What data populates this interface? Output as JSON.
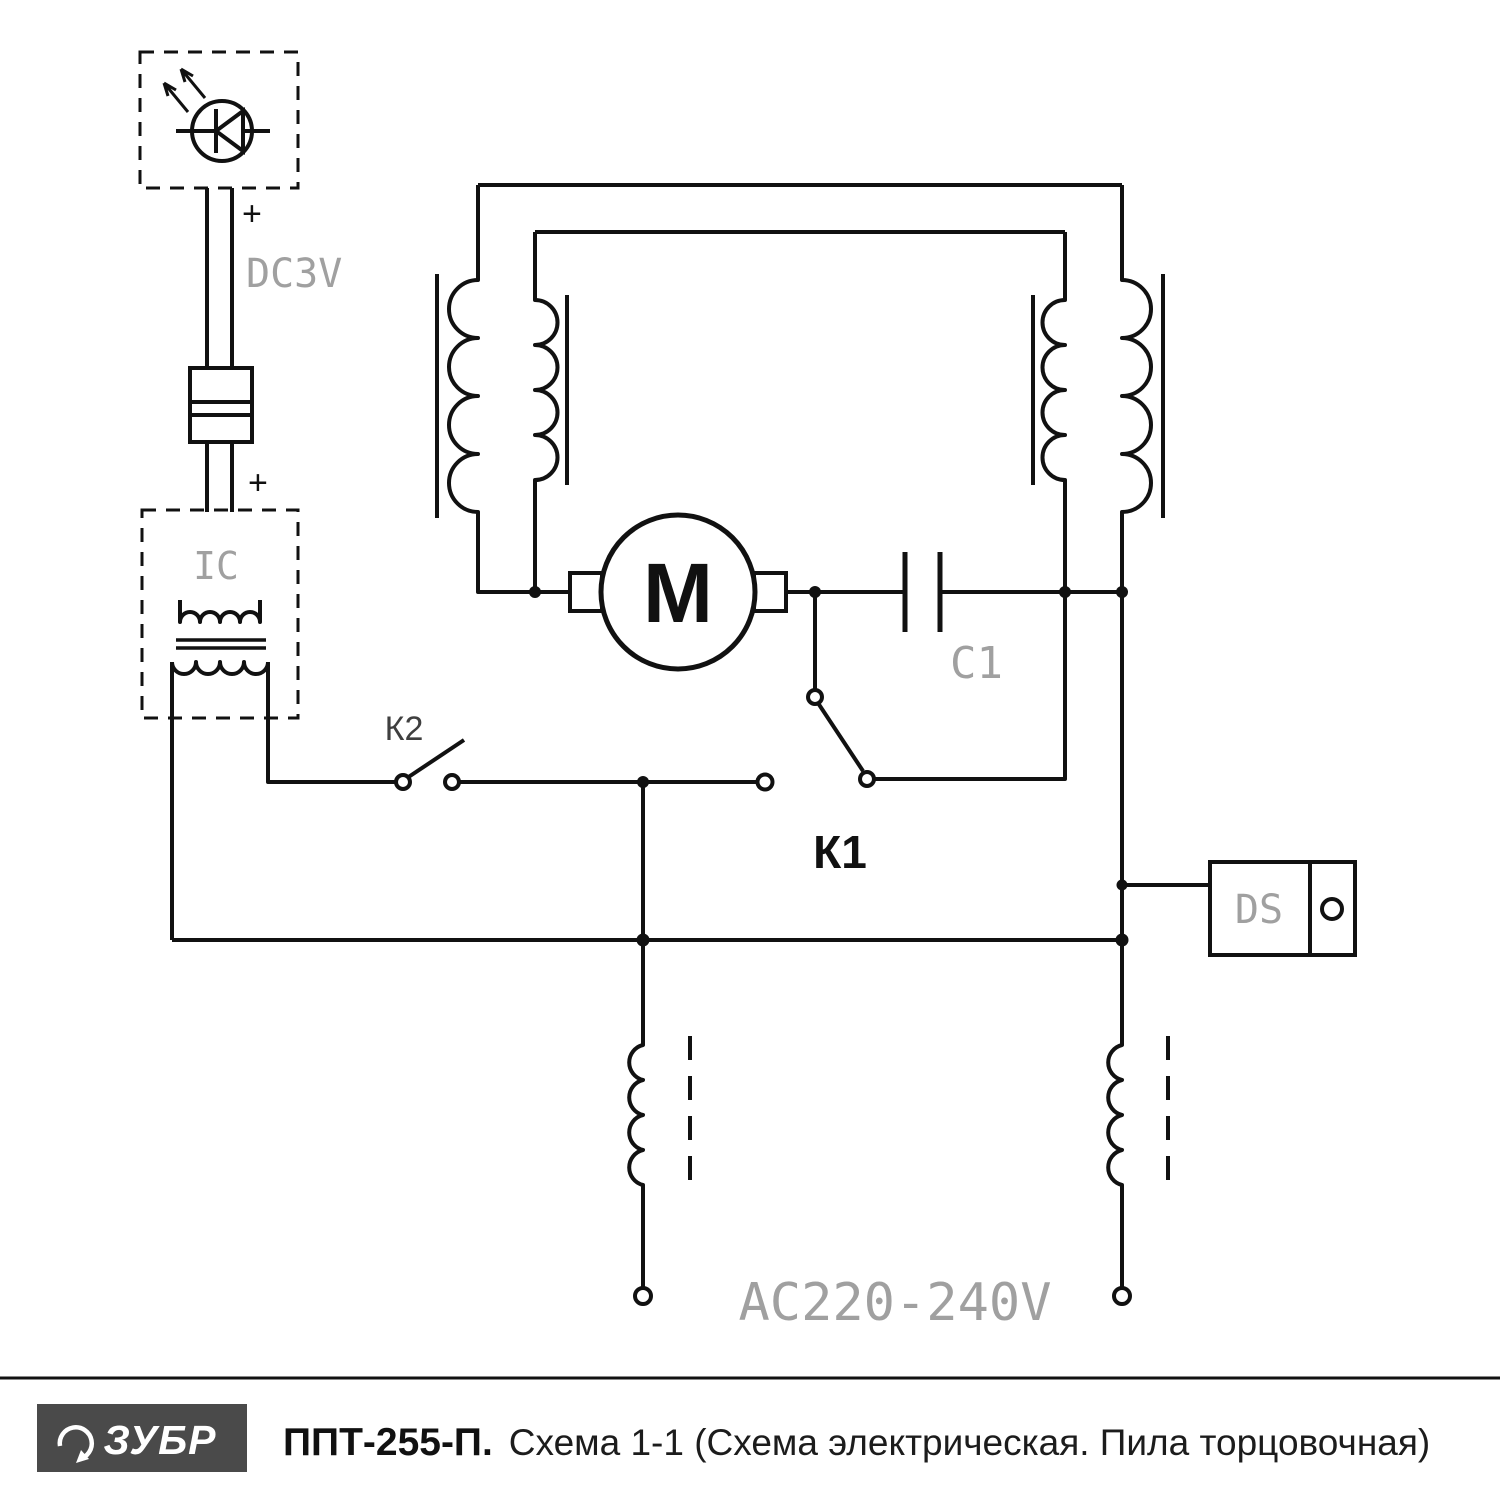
{
  "labels": {
    "laser_polarity_top": "+",
    "laser_polarity_bottom": "+",
    "laser_voltage": "DC3V",
    "ic": "IC",
    "switch_k2": "К2",
    "switch_k1": "К1",
    "motor": "M",
    "capacitor": "C1",
    "thermal_switch": "DS",
    "supply_voltage": "AC220-240V"
  },
  "footer": {
    "logo_text": "ЗУБР",
    "model": "ППТ-255-П.",
    "subtitle": "Схема 1-1 (Схема электрическая. Пила торцовочная)"
  },
  "colors": {
    "line": "#111111",
    "muted_label": "#a0a0a0",
    "logo_background": "#4a4a4a"
  }
}
